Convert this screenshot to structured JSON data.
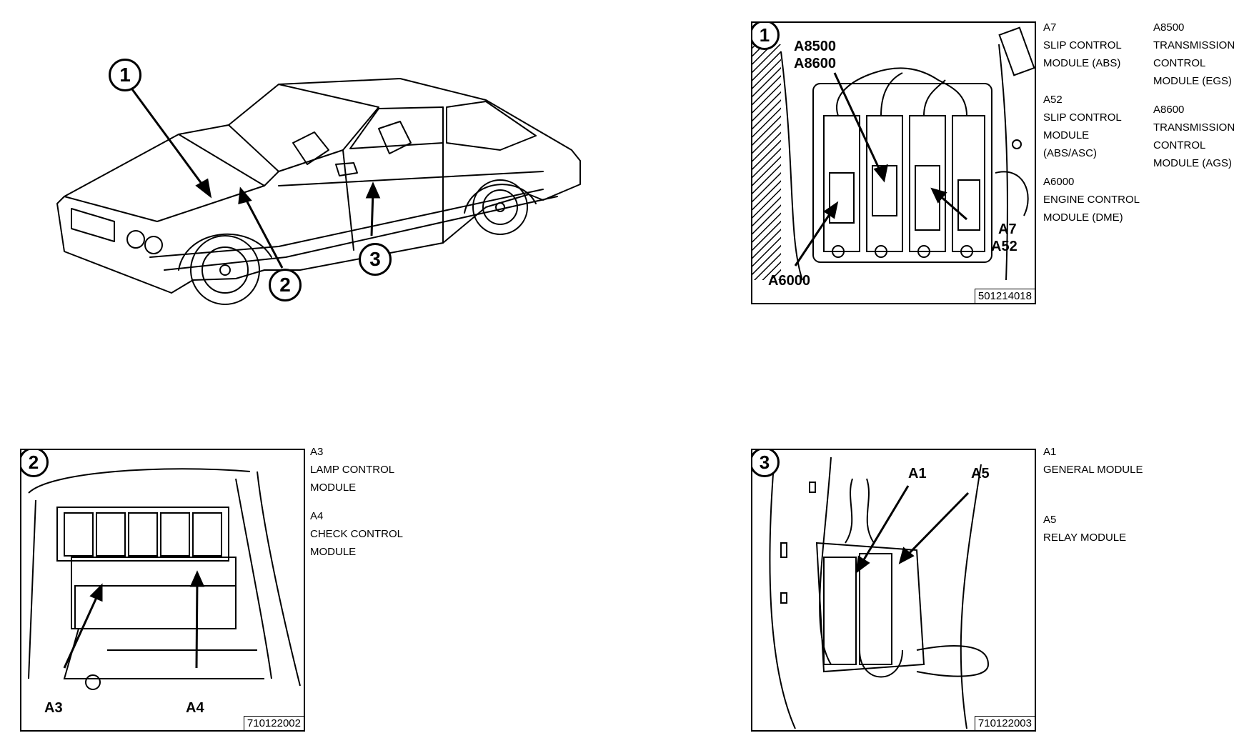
{
  "overview": {
    "callouts": [
      "1",
      "2",
      "3"
    ]
  },
  "panel1": {
    "number": "1",
    "fig_id": "501214018",
    "labels": {
      "a8500": "A8500",
      "a8600": "A8600",
      "a7": "A7",
      "a52": "A52",
      "a6000": "A6000"
    },
    "legend_left": [
      {
        "code": "A7",
        "lines": [
          "SLIP CONTROL",
          "MODULE (ABS)"
        ]
      },
      {
        "code": "A52",
        "lines": [
          "SLIP CONTROL",
          "MODULE",
          "(ABS/ASC)"
        ]
      },
      {
        "code": "A6000",
        "lines": [
          "ENGINE CONTROL",
          "MODULE (DME)"
        ]
      }
    ],
    "legend_right": [
      {
        "code": "A8500",
        "lines": [
          "TRANSMISSION",
          "CONTROL",
          "MODULE (EGS)"
        ]
      },
      {
        "code": "A8600",
        "lines": [
          "TRANSMISSION",
          "CONTROL",
          "MODULE (AGS)"
        ]
      }
    ]
  },
  "panel2": {
    "number": "2",
    "fig_id": "710122002",
    "labels": {
      "a3": "A3",
      "a4": "A4"
    },
    "legend": [
      {
        "code": "A3",
        "lines": [
          "LAMP CONTROL",
          "MODULE"
        ]
      },
      {
        "code": "A4",
        "lines": [
          "CHECK CONTROL",
          "MODULE"
        ]
      }
    ]
  },
  "panel3": {
    "number": "3",
    "fig_id": "710122003",
    "labels": {
      "a1": "A1",
      "a5": "A5"
    },
    "legend": [
      {
        "code": "A1",
        "lines": [
          "GENERAL MODULE"
        ]
      },
      {
        "code": "A5",
        "lines": [
          "RELAY MODULE"
        ]
      }
    ]
  }
}
